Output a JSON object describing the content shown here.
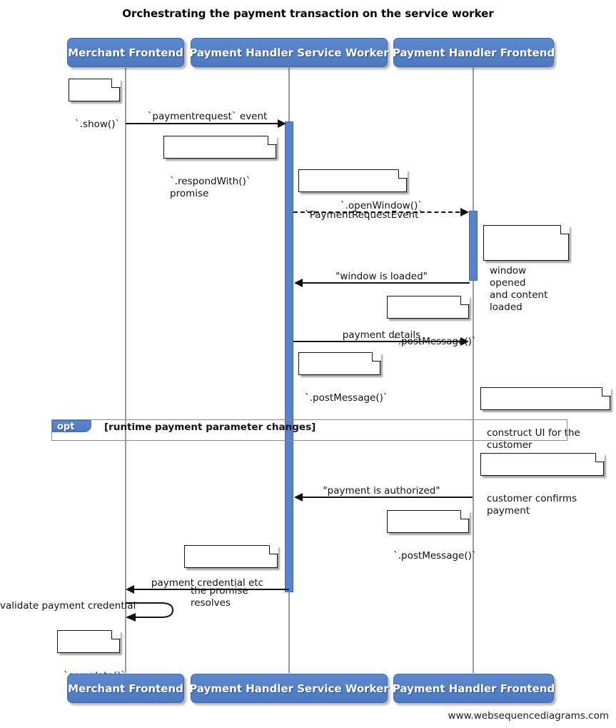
{
  "diagram": {
    "title": "Orchestrating the payment transaction on the service worker",
    "footer_credit": "www.websequencediagrams.com",
    "type": "sequence-diagram",
    "colors": {
      "participant_fill": "#4f7dc4",
      "participant_border": "#3f6bb0",
      "activation_fill": "#5a82c8",
      "lifeline": "#9a9a9a",
      "arrow": "#111111",
      "note_fill": "#ffffff",
      "frame_border": "#8a8a8a"
    }
  },
  "participants": [
    {
      "id": "merchant",
      "label": "Merchant Frontend"
    },
    {
      "id": "sw",
      "label": "Payment Handler Service Worker"
    },
    {
      "id": "phf",
      "label": "Payment Handler Frontend"
    }
  ],
  "participants_footer": [
    {
      "id": "merchant",
      "label": "Merchant Frontend"
    },
    {
      "id": "sw",
      "label": "Payment Handler Service Worker"
    },
    {
      "id": "phf",
      "label": "Payment Handler Frontend"
    }
  ],
  "messages": [
    {
      "id": "m1",
      "label": "`paymentrequest` event",
      "from": "merchant",
      "to": "sw",
      "style": "solid",
      "direction": "right"
    },
    {
      "id": "m2",
      "label": "`.openWindow()`",
      "from": "sw",
      "to": "phf",
      "style": "dashed",
      "direction": "right"
    },
    {
      "id": "m3",
      "label": "\"window is loaded\"",
      "from": "phf",
      "to": "sw",
      "style": "solid",
      "direction": "left"
    },
    {
      "id": "m4",
      "label": "payment details",
      "from": "sw",
      "to": "phf",
      "style": "solid",
      "direction": "right"
    },
    {
      "id": "m5",
      "label": "\"payment is authorized\"",
      "from": "phf",
      "to": "sw",
      "style": "solid",
      "direction": "left"
    },
    {
      "id": "m6",
      "label": "payment credential etc",
      "from": "sw",
      "to": "merchant",
      "style": "solid",
      "direction": "left"
    },
    {
      "id": "m7",
      "label": "validate payment credential",
      "from": "merchant",
      "to": "merchant",
      "style": "solid",
      "direction": "self"
    }
  ],
  "notes": [
    {
      "id": "n1",
      "text": "`.show()`"
    },
    {
      "id": "n2",
      "text": "`.respondWith()` promise"
    },
    {
      "id": "n3",
      "text": "`PaymentRequestEvent`"
    },
    {
      "id": "n4",
      "text": "window opened\nand content loaded"
    },
    {
      "id": "n5",
      "text": "`.postMessage()`"
    },
    {
      "id": "n6",
      "text": "`.postMessage()`"
    },
    {
      "id": "n7",
      "text": "construct UI for the customer"
    },
    {
      "id": "n8",
      "text": "customer confirms payment"
    },
    {
      "id": "n9",
      "text": "`.postMessage()`"
    },
    {
      "id": "n10",
      "text": "the promise resolves"
    },
    {
      "id": "n11",
      "text": "`complete()`"
    }
  ],
  "fragments": [
    {
      "id": "opt1",
      "kind": "opt",
      "condition": "[runtime payment parameter changes]"
    }
  ],
  "chart_data": {
    "type": "sequence-diagram",
    "title": "Orchestrating the payment transaction on the service worker",
    "lanes": [
      "Merchant Frontend",
      "Payment Handler Service Worker",
      "Payment Handler Frontend"
    ],
    "steps": [
      {
        "order": 1,
        "kind": "note",
        "on": "Merchant Frontend",
        "text": "`.show()`"
      },
      {
        "order": 2,
        "kind": "message",
        "from": "Merchant Frontend",
        "to": "Payment Handler Service Worker",
        "text": "`paymentrequest` event",
        "style": "solid"
      },
      {
        "order": 3,
        "kind": "note",
        "on": "Payment Handler Service Worker",
        "text": "`.respondWith()` promise"
      },
      {
        "order": 4,
        "kind": "note",
        "on": "Payment Handler Service Worker",
        "text": "`PaymentRequestEvent`"
      },
      {
        "order": 5,
        "kind": "message",
        "from": "Payment Handler Service Worker",
        "to": "Payment Handler Frontend",
        "text": "`.openWindow()`",
        "style": "dashed"
      },
      {
        "order": 6,
        "kind": "note",
        "on": "Payment Handler Frontend",
        "text": "window opened and content loaded"
      },
      {
        "order": 7,
        "kind": "message",
        "from": "Payment Handler Frontend",
        "to": "Payment Handler Service Worker",
        "text": "\"window is loaded\"",
        "style": "solid"
      },
      {
        "order": 8,
        "kind": "note",
        "on": "Payment Handler Frontend",
        "text": "`.postMessage()`"
      },
      {
        "order": 9,
        "kind": "message",
        "from": "Payment Handler Service Worker",
        "to": "Payment Handler Frontend",
        "text": "payment details",
        "style": "solid"
      },
      {
        "order": 10,
        "kind": "note",
        "on": "Payment Handler Service Worker",
        "text": "`.postMessage()`"
      },
      {
        "order": 11,
        "kind": "note",
        "on": "Payment Handler Frontend",
        "text": "construct UI for the customer"
      },
      {
        "order": 12,
        "kind": "fragment",
        "label": "opt",
        "text": "[runtime payment parameter changes]"
      },
      {
        "order": 13,
        "kind": "note",
        "on": "Payment Handler Frontend",
        "text": "customer confirms payment"
      },
      {
        "order": 14,
        "kind": "message",
        "from": "Payment Handler Frontend",
        "to": "Payment Handler Service Worker",
        "text": "\"payment is authorized\"",
        "style": "solid"
      },
      {
        "order": 15,
        "kind": "note",
        "on": "Payment Handler Frontend",
        "text": "`.postMessage()`"
      },
      {
        "order": 16,
        "kind": "note",
        "on": "Payment Handler Service Worker",
        "text": "the promise resolves"
      },
      {
        "order": 17,
        "kind": "message",
        "from": "Payment Handler Service Worker",
        "to": "Merchant Frontend",
        "text": "payment credential etc",
        "style": "solid"
      },
      {
        "order": 18,
        "kind": "self",
        "on": "Merchant Frontend",
        "text": "validate payment credential"
      },
      {
        "order": 19,
        "kind": "note",
        "on": "Merchant Frontend",
        "text": "`complete()`"
      }
    ]
  }
}
